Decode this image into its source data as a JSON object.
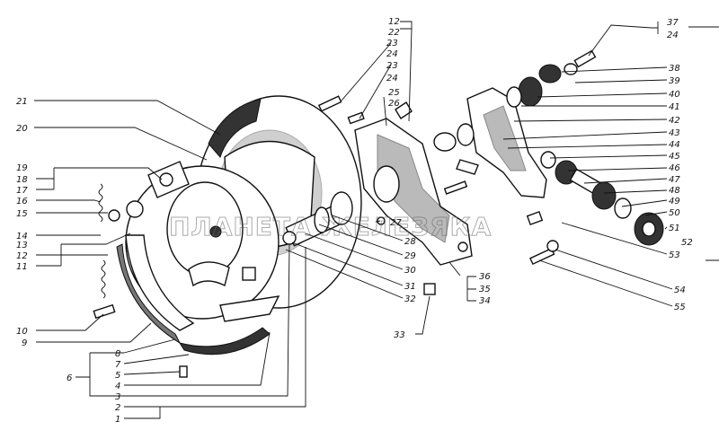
{
  "watermark": "ПЛАНЕТА ЖЕЛЕЗЯКА",
  "callouts": {
    "c1": "1",
    "c2": "2",
    "c3": "3",
    "c4": "4",
    "c5": "5",
    "c6": "6",
    "c7": "7",
    "c8": "8",
    "c9": "9",
    "c10": "10",
    "c11": "11",
    "c12": "12",
    "c13": "13",
    "c14": "14",
    "c15": "15",
    "c16": "16",
    "c17": "17",
    "c18": "18",
    "c19": "19",
    "c20": "20",
    "c21": "21",
    "c12b": "12",
    "c22": "22",
    "c23a": "23",
    "c24a": "24",
    "c23b": "23",
    "c24b": "24",
    "c25": "25",
    "c26": "26",
    "c27": "27",
    "c28": "28",
    "c29": "29",
    "c30": "30",
    "c31": "31",
    "c32": "32",
    "c33": "33",
    "c34": "34",
    "c35": "35",
    "c36": "36",
    "c37": "37",
    "c24c": "24",
    "c38": "38",
    "c39": "39",
    "c40": "40",
    "c41": "41",
    "c42": "42",
    "c43": "43",
    "c44": "44",
    "c45": "45",
    "c46": "46",
    "c47": "47",
    "c48": "48",
    "c49": "49",
    "c50": "50",
    "c51": "51",
    "c52": "52",
    "c53": "53",
    "c54": "54",
    "c55": "55"
  }
}
